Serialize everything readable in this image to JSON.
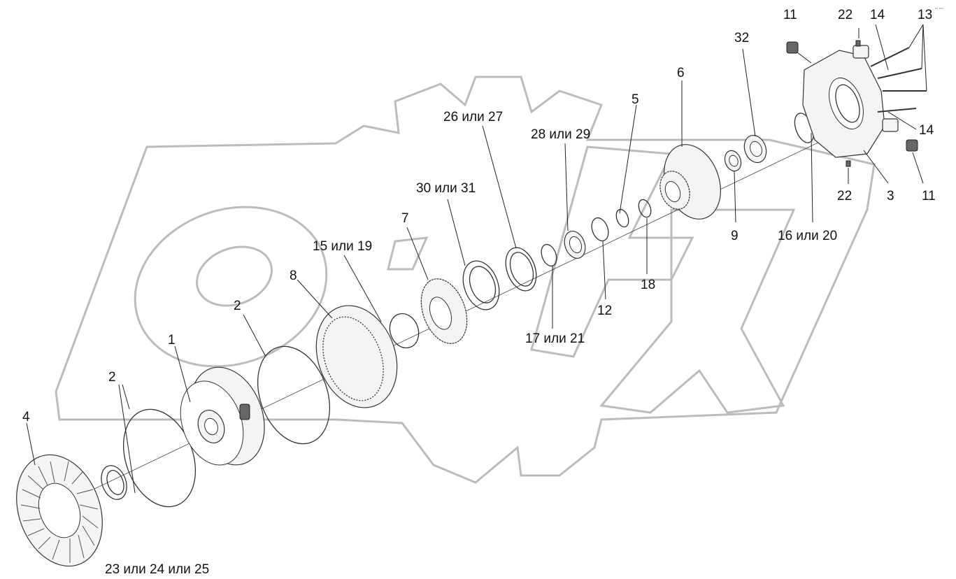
{
  "callouts": {
    "c11a": "11",
    "c22a": "22",
    "c14a": "14",
    "c13": "13",
    "c32": "32",
    "c6": "6",
    "c5": "5",
    "c26": "26 или 27",
    "c28": "28 или 29",
    "c14b": "14",
    "c22b": "22",
    "c3": "3",
    "c11b": "11",
    "c30": "30 или 31",
    "c7": "7",
    "c9": "9",
    "c16": "16 или 20",
    "c15": "15 или 19",
    "c8": "8",
    "c18": "18",
    "c12": "12",
    "c2a": "2",
    "c17": "17 или 21",
    "c1": "1",
    "c2b": "2",
    "c4": "4",
    "c23": "23 или 24 или 25"
  },
  "corner_mark": "▫▫ ▫▫▫",
  "icons": [
    "watermark-logo",
    "fan-cover-icon",
    "gear-icon",
    "bearing-icon",
    "housing-icon",
    "bolt-icon"
  ]
}
